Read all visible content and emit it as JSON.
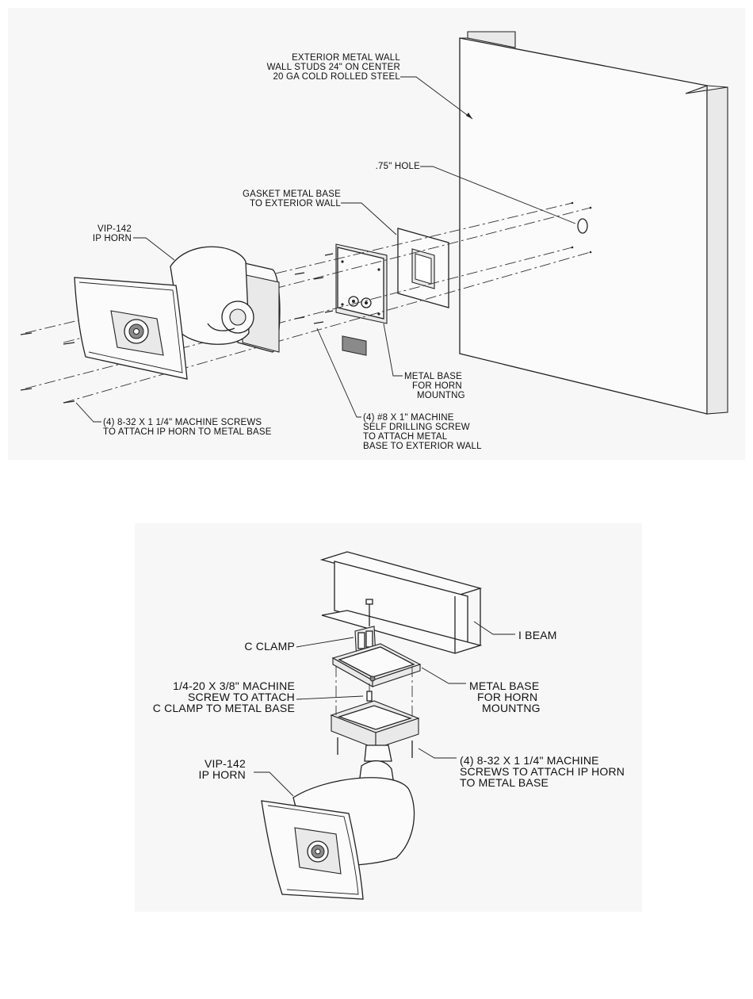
{
  "diagrams": [
    {
      "id": "wall-mount",
      "labels": {
        "wall": [
          "EXTERIOR METAL WALL",
          "WALL STUDS 24\" ON CENTER",
          "20 GA COLD ROLLED STEEL"
        ],
        "hole": [
          ".75\" HOLE"
        ],
        "gasket": [
          "GASKET METAL BASE",
          "TO EXTERIOR WALL"
        ],
        "horn": [
          "VIP-142",
          "IP HORN"
        ],
        "metal_base": [
          "METAL BASE",
          "FOR HORN",
          "MOUNTNG"
        ],
        "machine_screws": [
          "(4) 8-32 X 1 1/4\" MACHINE SCREWS",
          "TO ATTACH IP HORN TO METAL BASE"
        ],
        "drilling_screws": [
          "(4) #8 X 1\"  MACHINE",
          "SELF DRILLING SCREW",
          " TO ATTACH METAL",
          "BASE TO EXTERIOR WALL"
        ]
      }
    },
    {
      "id": "beam-mount",
      "labels": {
        "c_clamp": [
          "C CLAMP"
        ],
        "i_beam": [
          "I BEAM"
        ],
        "clamp_screw": [
          "1/4-20 X 3/8\" MACHINE",
          "SCREW TO ATTACH",
          "C CLAMP TO METAL BASE"
        ],
        "metal_base": [
          "METAL BASE",
          "FOR HORN",
          "MOUNTNG"
        ],
        "horn": [
          "VIP-142",
          "IP HORN"
        ],
        "machine_screws": [
          "(4) 8-32 X 1 1/4\" MACHINE",
          "SCREWS TO ATTACH IP HORN",
          "TO METAL BASE"
        ]
      }
    }
  ]
}
